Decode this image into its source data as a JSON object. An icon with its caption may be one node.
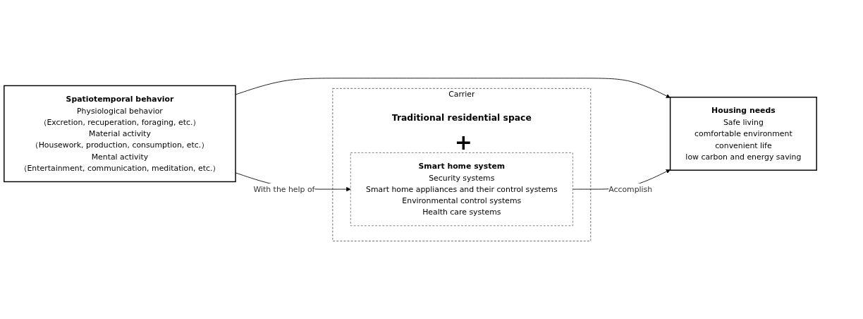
{
  "diagram": {
    "nodes": [
      {
        "text": [
          "Spatiotemporal behavior",
          "Physiological behavior",
          "（Excretion, recuperation, foraging, etc.）",
          "Material activity",
          "（Housework, production, consumption, etc.）",
          "Mental activity",
          "（Entertainment, communication, meditation, etc.）"
        ]
      },
      {
        "text": [
          "Carrier"
        ]
      },
      {
        "text": [
          "Traditional residential space"
        ],
        "in": 1
      },
      {
        "text": [
          "Smart home system",
          "Security systems",
          "Smart home appliances and their control systems",
          "Environmental control systems",
          "Health care systems"
        ],
        "in": 1
      },
      {
        "text": [
          "Housing needs",
          "Safe living",
          "comfortable environment",
          "convenient life",
          "low carbon and energy saving"
        ]
      }
    ],
    "edges": [
      {
        "from": 0,
        "to": 4,
        "arrow": "to"
      },
      {
        "from": 0,
        "to": 3,
        "arrow": "to",
        "label": "With the help of"
      },
      {
        "from": 3,
        "to": 4,
        "arrow": "to",
        "label": "Accomplish"
      }
    ],
    "labels": [
      "+"
    ]
  }
}
